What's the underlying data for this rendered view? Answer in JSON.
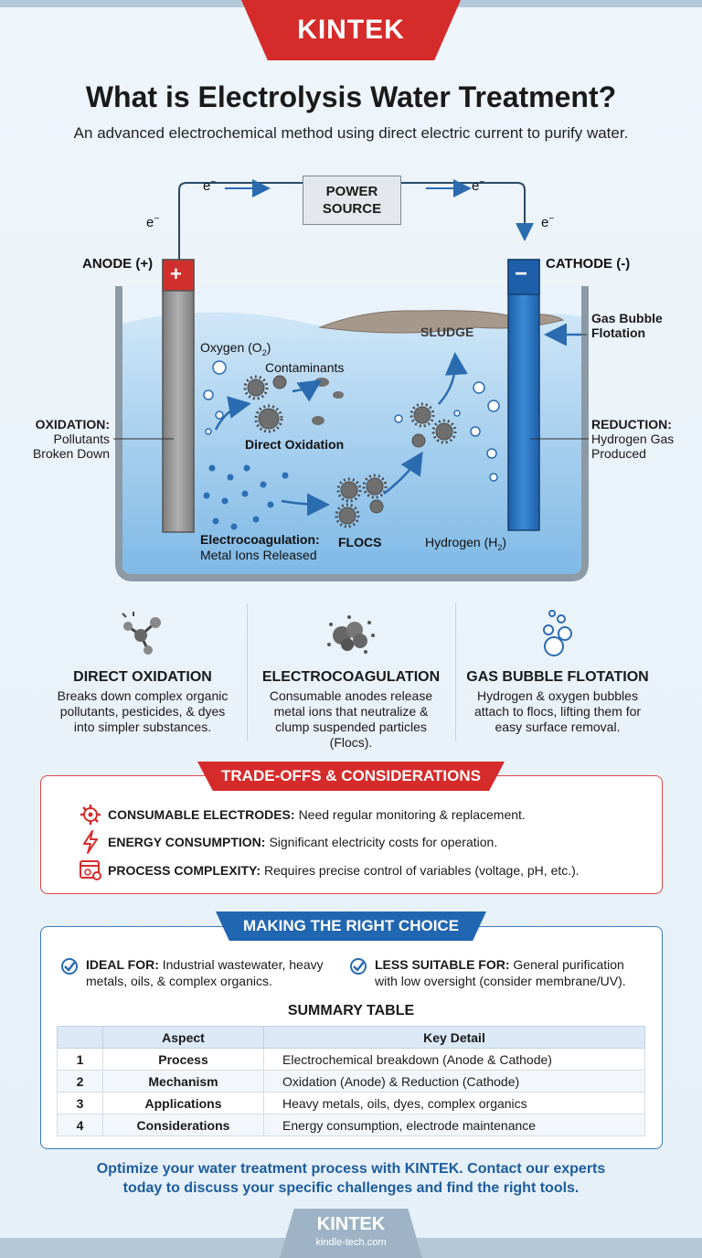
{
  "brand": {
    "name": "KINTEK",
    "url": "kindle-tech.com"
  },
  "header": {
    "title": "What is Electrolysis Water Treatment?",
    "subtitle": "An advanced electrochemical method using direct electric current to purify water."
  },
  "diagram": {
    "power_source": [
      "POWER",
      "SOURCE"
    ],
    "electron": "e",
    "anode_label": "ANODE (+)",
    "cathode_label": "CATHODE (-)",
    "anode_sign": "+",
    "cathode_sign": "−",
    "oxidation_title": "OXIDATION:",
    "oxidation_lines": [
      "Pollutants",
      "Broken Down"
    ],
    "reduction_title": "REDUCTION:",
    "reduction_lines": [
      "Hydrogen Gas",
      "Produced"
    ],
    "gas_bubble": [
      "Gas Bubble",
      "Flotation"
    ],
    "sludge": "SLUDGE",
    "oxygen": "Oxygen (O",
    "oxygen_sub": "2",
    "contaminants": "Contaminants",
    "direct_oxidation": "Direct Oxidation",
    "electrocoag_title": "Electrocoagulation:",
    "electrocoag_sub": "Metal Ions Released",
    "flocs": "FLOCS",
    "hydrogen": "Hydrogen (H",
    "hydrogen_sub": "2"
  },
  "methods": [
    {
      "icon": "molecule-icon",
      "title": "DIRECT OXIDATION",
      "lines": [
        "Breaks down complex organic",
        "pollutants, pesticides, & dyes",
        "into simpler substances."
      ]
    },
    {
      "icon": "particles-icon",
      "title": "ELECTROCOAGULATION",
      "lines": [
        "Consumable anodes release",
        "metal ions that neutralize &",
        "clump suspended particles",
        "(Flocs)."
      ]
    },
    {
      "icon": "bubbles-icon",
      "title": "GAS BUBBLE FLOTATION",
      "lines": [
        "Hydrogen & oxygen bubbles",
        "attach to flocs, lifting them for",
        "easy surface removal."
      ]
    }
  ],
  "tradeoffs": {
    "header": "TRADE-OFFS & CONSIDERATIONS",
    "items": [
      {
        "icon": "gear-wrench-icon",
        "term": "CONSUMABLE ELECTRODES:",
        "text": "Need regular monitoring & replacement."
      },
      {
        "icon": "lightning-icon",
        "term": "ENERGY CONSUMPTION:",
        "text": "Significant electricity costs for operation."
      },
      {
        "icon": "control-panel-icon",
        "term": "PROCESS COMPLEXITY:",
        "text": "Requires precise control of variables (voltage, pH, etc.)."
      }
    ]
  },
  "choice": {
    "header": "MAKING THE RIGHT CHOICE",
    "ideal_term": "IDEAL FOR:",
    "ideal_text1": "Industrial wastewater, heavy",
    "ideal_text2": "metals, oils, & complex organics.",
    "less_term": "LESS SUITABLE FOR:",
    "less_text1": "General purification",
    "less_text2": "with low oversight (consider membrane/UV).",
    "table_title": "SUMMARY TABLE",
    "table_headers": [
      "",
      "Aspect",
      "Key Detail"
    ],
    "rows": [
      {
        "n": "1",
        "aspect": "Process",
        "detail": "Electrochemical breakdown (Anode & Cathode)"
      },
      {
        "n": "2",
        "aspect": "Mechanism",
        "detail": "Oxidation (Anode) & Reduction (Cathode)"
      },
      {
        "n": "3",
        "aspect": "Applications",
        "detail": "Heavy metals, oils, dyes, complex organics"
      },
      {
        "n": "4",
        "aspect": "Considerations",
        "detail": "Energy consumption, electrode maintenance"
      }
    ]
  },
  "cta": {
    "line1": "Optimize your water treatment process with KINTEK. Contact our experts",
    "line2": "today to discuss your specific challenges and find the right tools."
  }
}
